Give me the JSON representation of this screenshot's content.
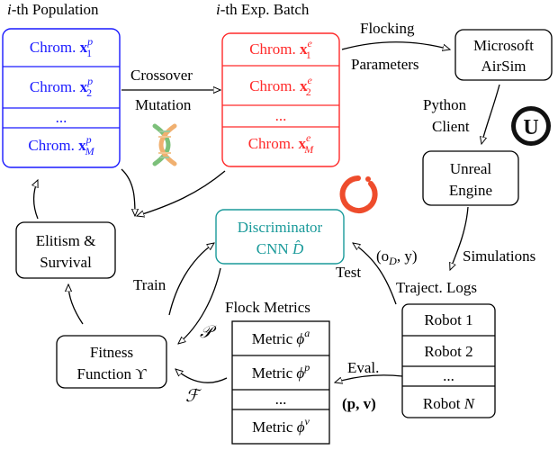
{
  "colors": {
    "population": "#1a1aff",
    "batch": "#ff2a2a",
    "discriminator": "#1a9a9a",
    "black": "#000000",
    "pytorch": "#ee4c2c",
    "dna_green": "#7cc07a",
    "dna_orange": "#f0b070"
  },
  "population": {
    "title_italic": "i",
    "title_rest": "-th Population",
    "rows": [
      {
        "prefix": "Chrom. ",
        "var": "x",
        "sup": "p",
        "sub": "1"
      },
      {
        "prefix": "Chrom. ",
        "var": "x",
        "sup": "p",
        "sub": "2"
      },
      {
        "prefix": "...",
        "var": "",
        "sup": "",
        "sub": ""
      },
      {
        "prefix": "Chrom. ",
        "var": "x",
        "sup": "p",
        "sub": "M"
      }
    ]
  },
  "batch": {
    "title_italic": "i",
    "title_rest": "-th Exp. Batch",
    "rows": [
      {
        "prefix": "Chrom. ",
        "var": "x",
        "sup": "e",
        "sub": "1"
      },
      {
        "prefix": "Chrom. ",
        "var": "x",
        "sup": "e",
        "sub": "2"
      },
      {
        "prefix": "...",
        "var": "",
        "sup": "",
        "sub": ""
      },
      {
        "prefix": "Chrom. ",
        "var": "x",
        "sup": "e",
        "sub": "M"
      }
    ]
  },
  "labels": {
    "crossover": "Crossover",
    "mutation": "Mutation",
    "flocking": "Flocking",
    "parameters": "Parameters",
    "python": "Python",
    "client": "Client",
    "simulations": "Simulations",
    "traject_logs": "Traject. Logs",
    "test": "Test",
    "od_y": "(o",
    "od_sub": "D",
    "od_y_rest": ", y)",
    "train": "Train",
    "p_cal": "𝒫",
    "f_cal": "ℱ",
    "eval": "Eval.",
    "pv": "(p, v)",
    "flock_metrics": "Flock Metrics"
  },
  "airsim": {
    "line1": "Microsoft",
    "line2": "AirSim"
  },
  "unreal": {
    "line1": "Unreal",
    "line2": "Engine",
    "logo_letter": "U"
  },
  "discriminator": {
    "line1": "Discriminator",
    "line2": "CNN",
    "dhat": "D̂"
  },
  "elitism": {
    "line1": "Elitism &",
    "line2": "Survival"
  },
  "fitness": {
    "line1": "Fitness",
    "line2": "Function ϒ"
  },
  "metrics": {
    "rows": [
      {
        "prefix": "Metric ",
        "sup": "a"
      },
      {
        "prefix": "Metric ",
        "sup": "p"
      },
      {
        "prefix": "...",
        "sup": ""
      },
      {
        "prefix": "Metric ",
        "sup": "v"
      }
    ],
    "phi": "ϕ"
  },
  "robots": {
    "rows": [
      {
        "prefix": "Robot ",
        "num": "1",
        "italic": false
      },
      {
        "prefix": "Robot ",
        "num": "2",
        "italic": false
      },
      {
        "prefix": "...",
        "num": "",
        "italic": false
      },
      {
        "prefix": "Robot ",
        "num": "N",
        "italic": true
      }
    ]
  }
}
